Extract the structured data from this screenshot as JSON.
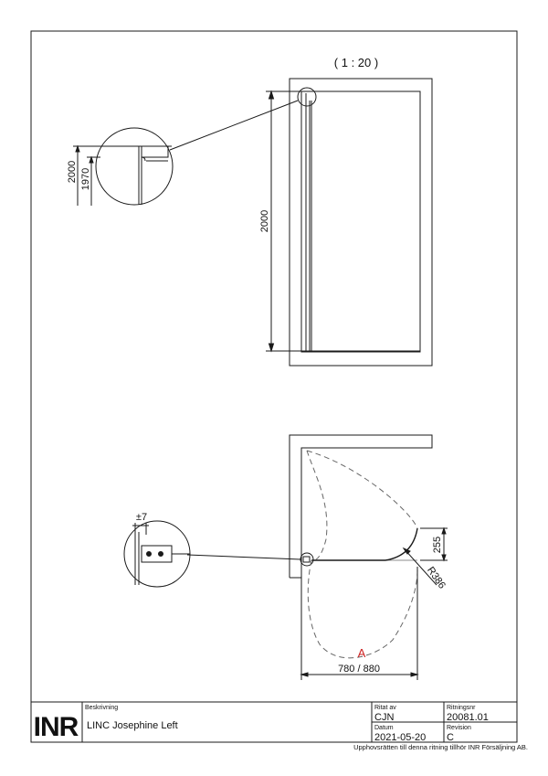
{
  "scale": "( 1 : 20 )",
  "elevation": {
    "height_dim": "2000",
    "detail_height_outer": "2000",
    "detail_height_inner": "1970"
  },
  "plan": {
    "tolerance": "±7",
    "offset": "255",
    "radius": "R386",
    "label_a": "A",
    "width": "780 / 880"
  },
  "title_block": {
    "logo": "INR",
    "beskrivning_label": "Beskrivning",
    "beskrivning_value": "LINC Josephine Left",
    "ritat_av_label": "Ritat av",
    "ritat_av_value": "CJN",
    "ritningsnr_label": "Ritningsnr",
    "ritningsnr_value": "20081.01",
    "datum_label": "Datum",
    "datum_value": "2021-05-20",
    "revision_label": "Revision",
    "revision_value": "C",
    "copyright": "Upphovsrätten till denna ritning tillhör INR Försäljning AB."
  },
  "colors": {
    "line": "#1a1a1a",
    "dash": "#666666",
    "accent_a": "#cc2222"
  }
}
